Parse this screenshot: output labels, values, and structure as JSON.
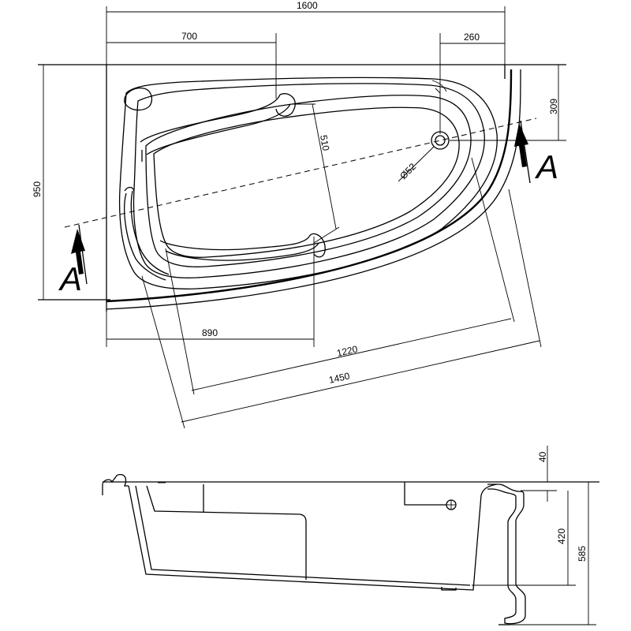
{
  "plan": {
    "dimensions": {
      "total_length": "1600",
      "headrest_offset": "700",
      "drain_offset": "260",
      "drain_to_back": "309",
      "total_width": "950",
      "seat_width": "510",
      "drain_diameter": "Ø52",
      "front_straight": "890",
      "inner_length": "1220",
      "outer_length": "1450"
    },
    "section_marker_left": "A",
    "section_marker_right": "A"
  },
  "elevation": {
    "dimensions": {
      "rim_thickness": "40",
      "inner_depth": "420",
      "total_height": "585"
    }
  }
}
